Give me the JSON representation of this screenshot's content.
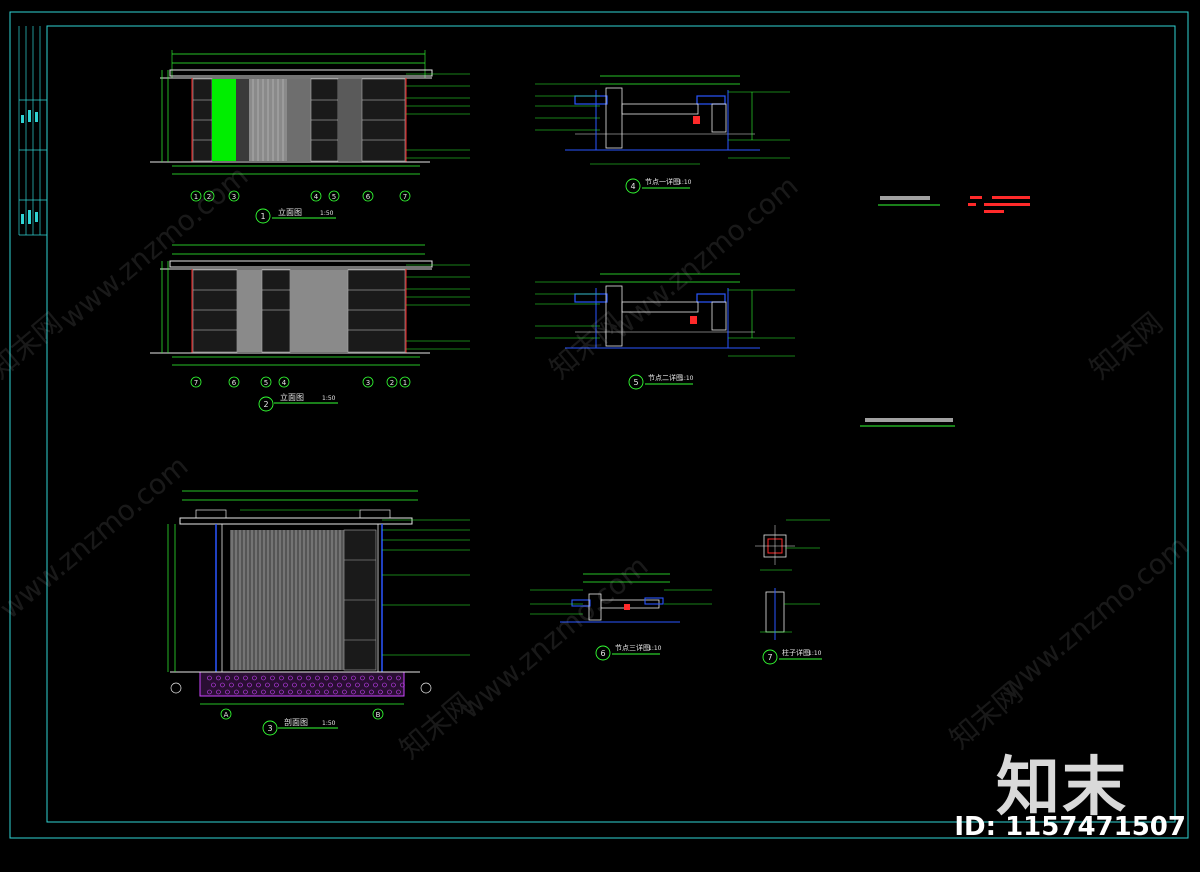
{
  "watermark": {
    "text_cn": "知末网",
    "url": "www.znzmo.com",
    "logo": "知末",
    "id_label": "ID:",
    "id_value": "1157471507"
  },
  "colors": {
    "background": "#000000",
    "frame": "#2fd3d3",
    "line_green": "#33ff33",
    "line_white": "#e6e6e6",
    "line_yellow": "#ffff00",
    "line_red": "#ff2a2a",
    "line_blue": "#2a56ff",
    "line_magenta": "#cc44ff",
    "fill_green": "#00ee00",
    "fill_gray": "#8a8a8a"
  },
  "drawings": {
    "elev1": {
      "number": "1",
      "title": "立面图",
      "scale": "1:50"
    },
    "elev2": {
      "number": "2",
      "title": "立面图",
      "scale": "1:50"
    },
    "section3": {
      "number": "3",
      "title": "剖面图",
      "scale": "1:50"
    },
    "detail4": {
      "number": "4",
      "title": "节点一详图",
      "scale": "1:10"
    },
    "detail5": {
      "number": "5",
      "title": "节点二详图",
      "scale": "1:10"
    },
    "detail6": {
      "number": "6",
      "title": "节点三详图",
      "scale": "1:10"
    },
    "detail7": {
      "number": "7",
      "title": "柱子详图",
      "scale": "1:10"
    }
  },
  "axes": {
    "elev1": [
      "1",
      "2",
      "3",
      "4",
      "5",
      "6",
      "7"
    ],
    "elev2": [
      "7",
      "6",
      "5",
      "4",
      "3",
      "2",
      "1"
    ],
    "section3": [
      "A",
      "B"
    ]
  }
}
